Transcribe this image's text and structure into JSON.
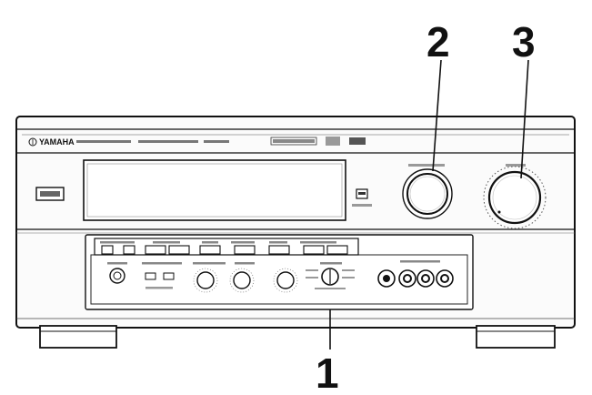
{
  "figure": {
    "brand": "YAMAHA",
    "callouts": {
      "one": "1",
      "two": "2",
      "three": "3"
    }
  }
}
